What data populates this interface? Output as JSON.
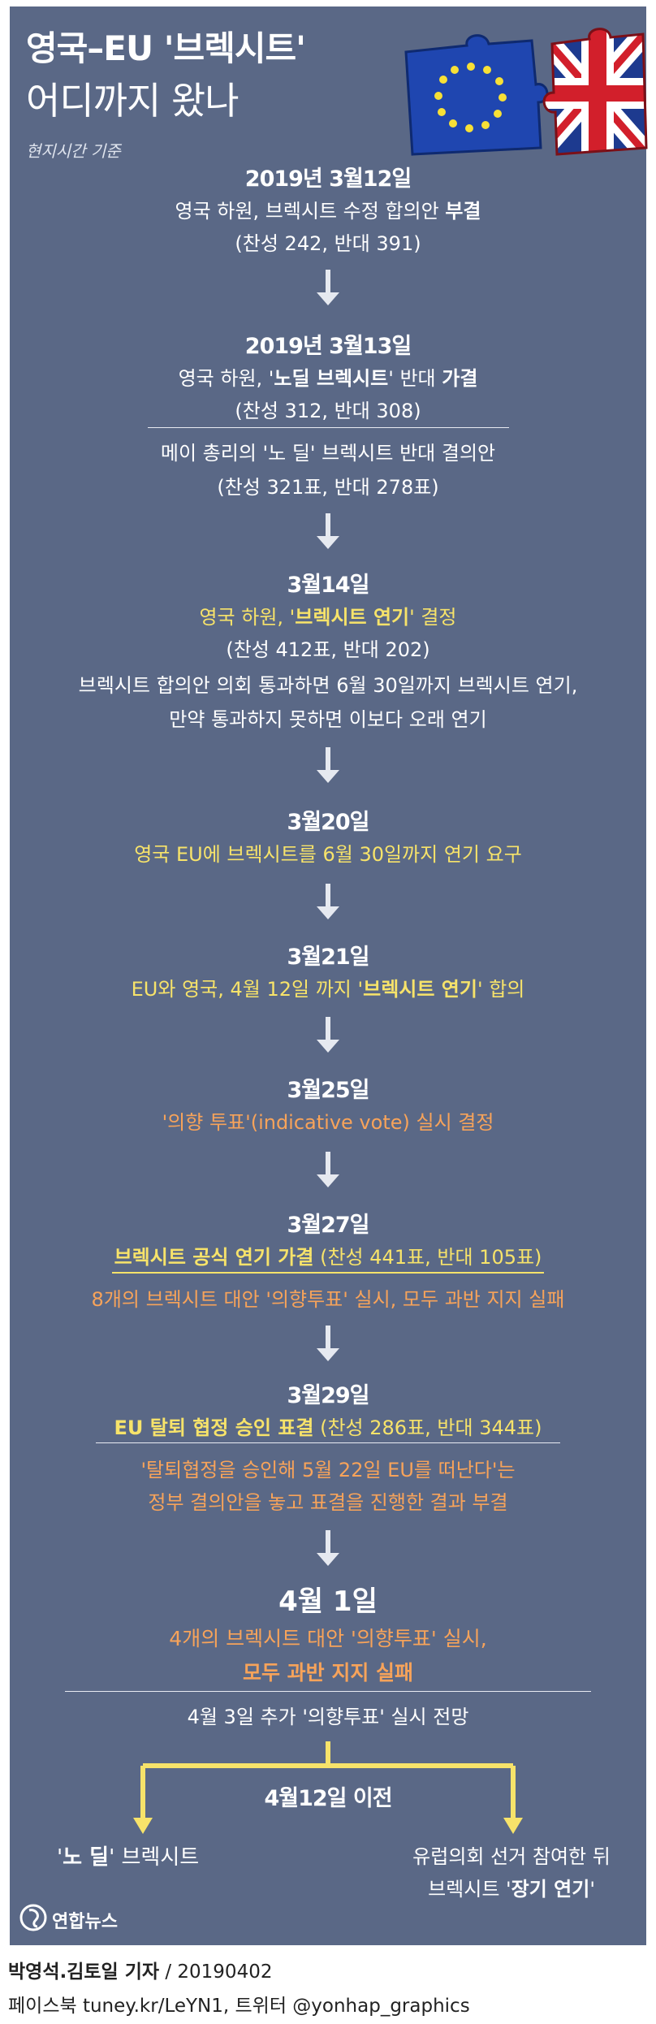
{
  "header": {
    "title_line1": "영국–EU '브렉시트'",
    "title_line2": "어디까지 왔나",
    "basis": "현지시간 기준"
  },
  "timeline": {
    "e1": {
      "date": "2019년 3월12일",
      "desc": "영국 하원, 브렉시트 수정 합의안 ",
      "desc_bold": "부결",
      "vote": "(찬성 242, 반대 391)"
    },
    "e2": {
      "date": "2019년 3월13일",
      "desc_a": "영국 하원, '",
      "desc_bold": "노딜 브렉시트",
      "desc_b": "' 반대 ",
      "desc_bold2": "가결",
      "vote": "(찬성 312, 반대 308)",
      "sub": "메이 총리의 '노 딜' 브렉시트 반대 결의안",
      "sub_vote": "(찬성 321표, 반대 278표)"
    },
    "e3": {
      "date": "3월14일",
      "desc_a": "영국 하원, '",
      "desc_bold": "브렉시트 연기",
      "desc_b": "' 결정",
      "vote": "(찬성 412표, 반대 202)",
      "note1": "브렉시트 합의안 의회 통과하면 6월 30일까지 브렉시트 연기,",
      "note2": "만약 통과하지 못하면 이보다 오래 연기"
    },
    "e4": {
      "date": "3월20일",
      "desc": "영국 EU에 브렉시트를 6월 30일까지 연기 요구"
    },
    "e5": {
      "date": "3월21일",
      "desc_a": "EU와 영국, 4월 12일 까지 '",
      "desc_bold": "브렉시트 연기",
      "desc_b": "' 합의"
    },
    "e6": {
      "date": "3월25일",
      "desc": "'의향 투표'(indicative vote) 실시 결정"
    },
    "e7": {
      "date": "3월27일",
      "desc_bold": "브렉시트 공식 연기 가결",
      "vote": " (찬성 441표, 반대 105표)",
      "sub": "8개의 브렉시트 대안 '의향투표' 실시, 모두 과반 지지 실패"
    },
    "e8": {
      "date": "3월29일",
      "desc_bold": "EU 탈퇴 협정 승인 표결",
      "vote": " (찬성 286표, 반대 344표)",
      "sub1": "'탈퇴협정을 승인해 5월 22일 EU를 떠난다'는",
      "sub2": "정부 결의안을 놓고 표결을 진행한 결과 부결"
    },
    "e9": {
      "date": "4월 1일",
      "desc1": "4개의 브렉시트 대안 '의향투표' 실시,",
      "desc2": "모두 과반 지지 실패",
      "sub": "4월 3일 추가 '의향투표' 실시 전망"
    },
    "branch": {
      "label": "4월12일 이전",
      "left_a": "'",
      "left_bold": "노 딜",
      "left_b": "' 브렉시트",
      "right1": "유럽의회 선거 참여한 뒤",
      "right2_a": "브렉시트 '",
      "right2_bold": "장기 연기",
      "right2_b": "'"
    }
  },
  "logo": {
    "text": "연합뉴스"
  },
  "footer": {
    "author": "박영석.김토일 기자",
    "date": " / 20190402",
    "social": "페이스북 tuney.kr/LeYN1, 트위터 @yonhap_graphics"
  },
  "colors": {
    "panel": "#5a6886",
    "yellow": "#f7e36a",
    "orange": "#f7a35a",
    "eu_blue": "#1f46b0",
    "uk_red": "#d21f2b"
  }
}
